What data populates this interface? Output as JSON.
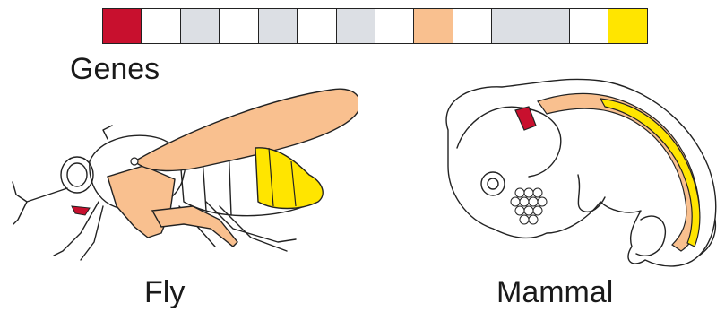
{
  "labels": {
    "genes": "Genes",
    "fly": "Fly",
    "mammal": "Mammal"
  },
  "colors": {
    "red": "#c8102e",
    "white": "#ffffff",
    "gray": "#dcdfe4",
    "orange": "#f9c08f",
    "yellow": "#ffe500",
    "line": "#222222"
  },
  "gene_boxes": [
    "red",
    "white",
    "gray",
    "white",
    "gray",
    "white",
    "gray",
    "white",
    "orange",
    "white",
    "gray",
    "gray",
    "white",
    "yellow"
  ]
}
